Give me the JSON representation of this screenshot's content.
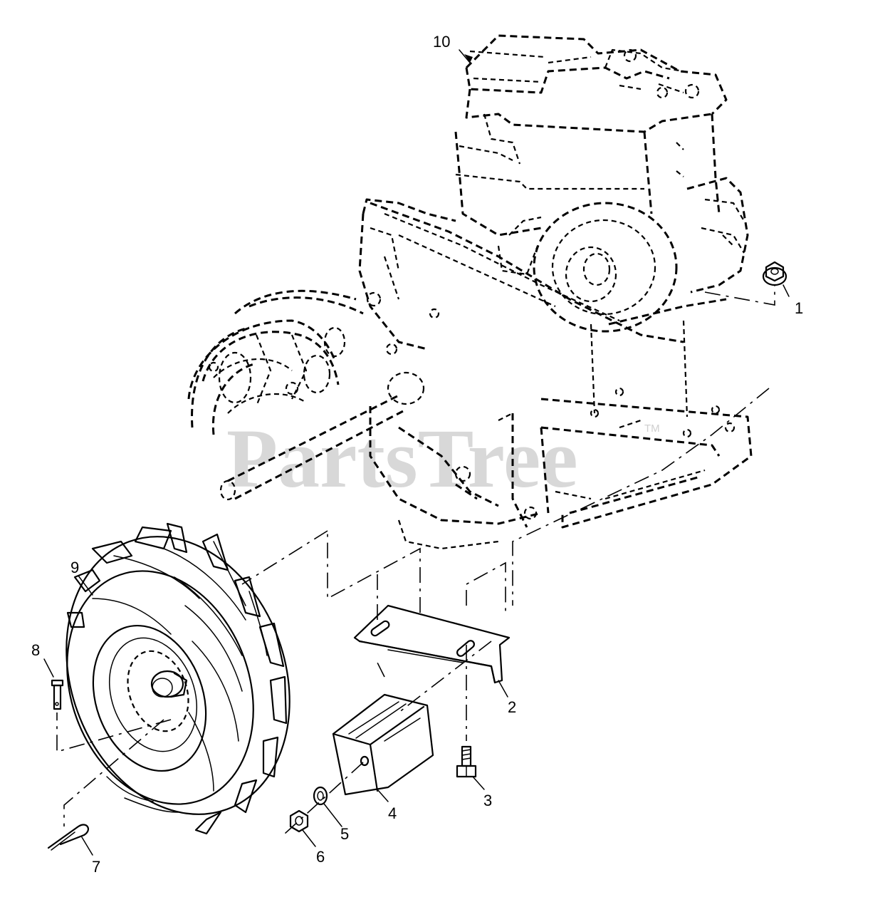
{
  "watermark": {
    "text": "PartsTree",
    "trademark": "TM"
  },
  "callouts": [
    {
      "id": "1",
      "label": "1"
    },
    {
      "id": "2",
      "label": "2"
    },
    {
      "id": "3",
      "label": "3"
    },
    {
      "id": "4",
      "label": "4"
    },
    {
      "id": "5",
      "label": "5"
    },
    {
      "id": "6",
      "label": "6"
    },
    {
      "id": "7",
      "label": "7"
    },
    {
      "id": "8",
      "label": "8"
    },
    {
      "id": "9",
      "label": "9"
    },
    {
      "id": "10",
      "label": "10"
    }
  ],
  "colors": {
    "line": "#000000",
    "watermark": "#d2d2d2",
    "background": "#ffffff"
  }
}
